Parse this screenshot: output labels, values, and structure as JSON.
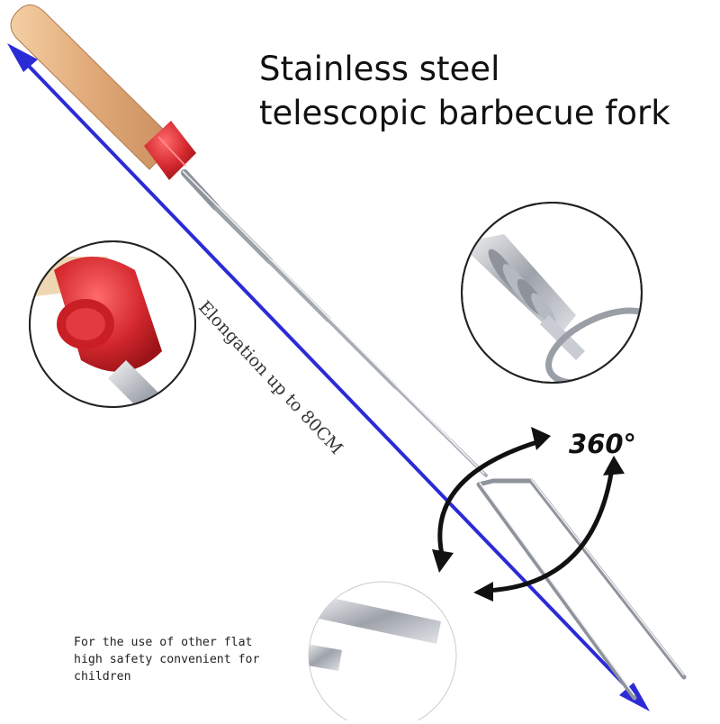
{
  "product": {
    "title_line1": "Stainless steel",
    "title_line2": "telescopic barbecue fork",
    "elongation_label": "Elongation up to 80CM",
    "rotation_label": "360°",
    "note_line1": "For the use of other flat",
    "note_line2": "high safety convenient for",
    "note_line3": "children"
  },
  "colors": {
    "arrow": "#2b2bd6",
    "handle_wood": "#e8b98a",
    "handle_cap": "#d42a2a",
    "steel": "#b9bcc3"
  }
}
